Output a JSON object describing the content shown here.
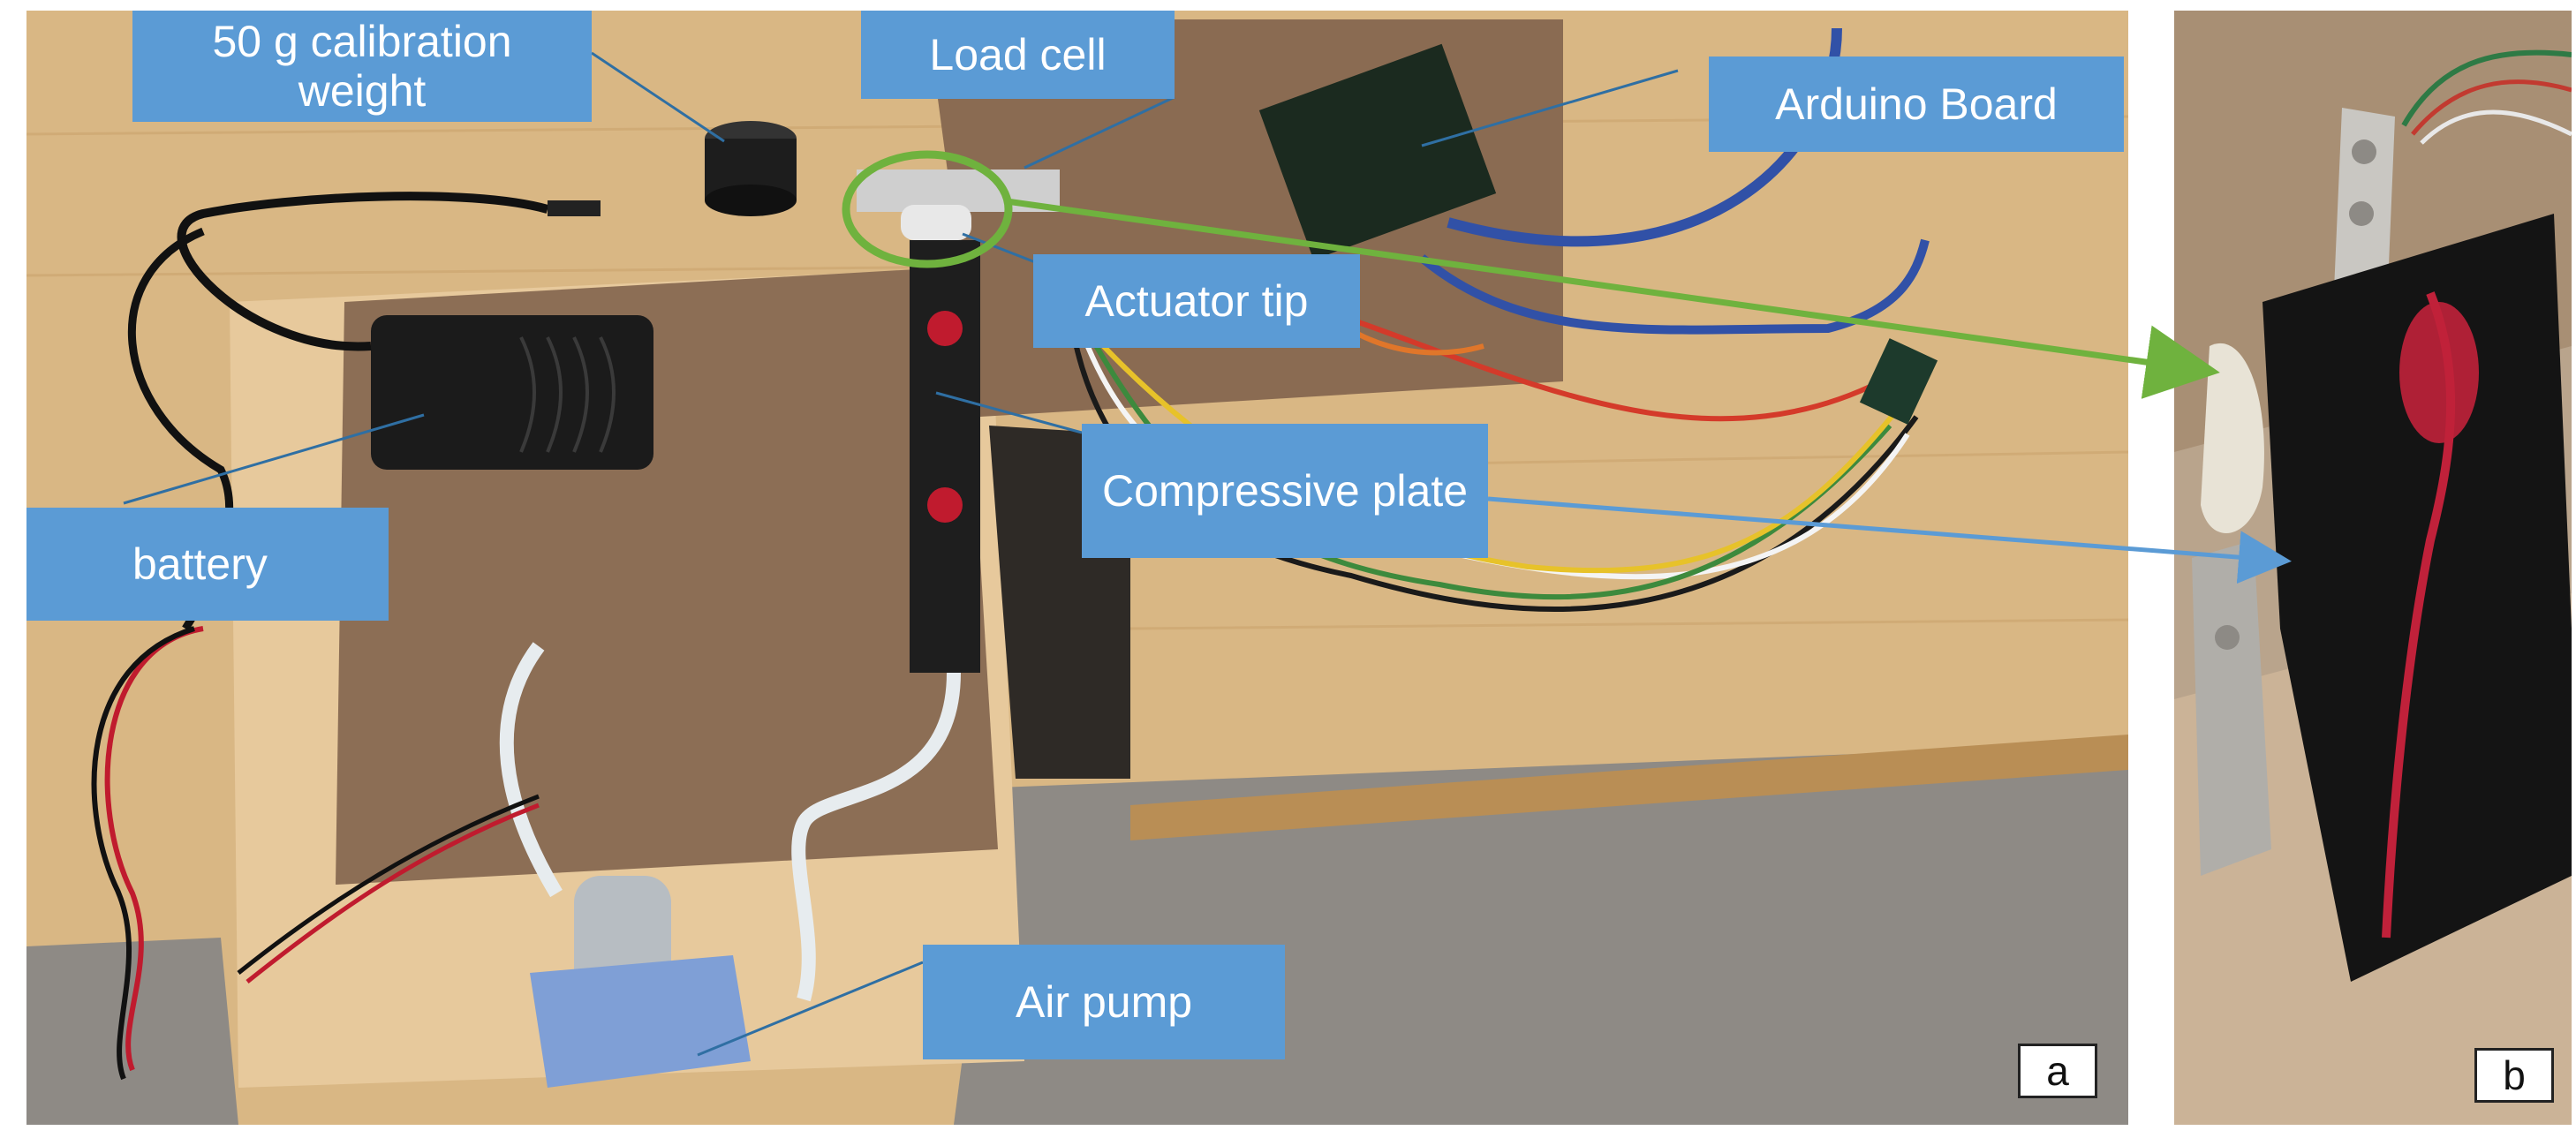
{
  "labels": {
    "calibration_weight": "50 g calibration weight",
    "load_cell": "Load cell",
    "arduino_board": "Arduino Board",
    "actuator_tip": "Actuator tip",
    "compressive_plate": "Compressive plate",
    "battery": "battery",
    "air_pump": "Air pump"
  },
  "panels": {
    "a": "a",
    "b": "b"
  },
  "colors": {
    "label_fill": "#5b9bd5",
    "label_text": "#ffffff",
    "green_callout": "#6fb23e",
    "blue_arrow": "#5b9bd5",
    "pointer_line": "#2f6fa3"
  }
}
